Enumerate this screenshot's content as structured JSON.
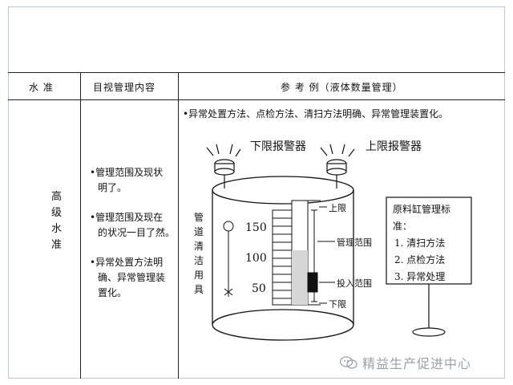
{
  "table": {
    "headers": {
      "level": "水  准",
      "content": "目视管理内容",
      "example": "参  考  例（液体数量管理）"
    },
    "level_value": [
      "高",
      "级",
      "水",
      "准"
    ],
    "content_items": [
      "•管理范围及现状",
      "明了。",
      "•管理范围及现在",
      "的状况一目了然。",
      "•异常处置方法明",
      "确、异常管理装",
      "置化。"
    ],
    "example_summary": "•异常处置方法、点检方法、清扫方法明确、异常管理装置化。"
  },
  "diagram": {
    "lower_alarm": "下限报警器",
    "upper_alarm": "上限报警器",
    "cleaning_tool": [
      "管",
      "道",
      "清",
      "洁",
      "用",
      "具"
    ],
    "scale": [
      "150",
      "100",
      "50"
    ],
    "gauge_labels": {
      "upper": "上限",
      "range": "管理范围",
      "input": "投入范围",
      "lower": "下限"
    },
    "sign": {
      "title_line1": "原料缸管理标",
      "title_line2": "准：",
      "items": [
        "1. 清扫方法",
        "2. 点检方法",
        "3. 异常处理"
      ]
    }
  },
  "watermark": "精益生产促进中心"
}
